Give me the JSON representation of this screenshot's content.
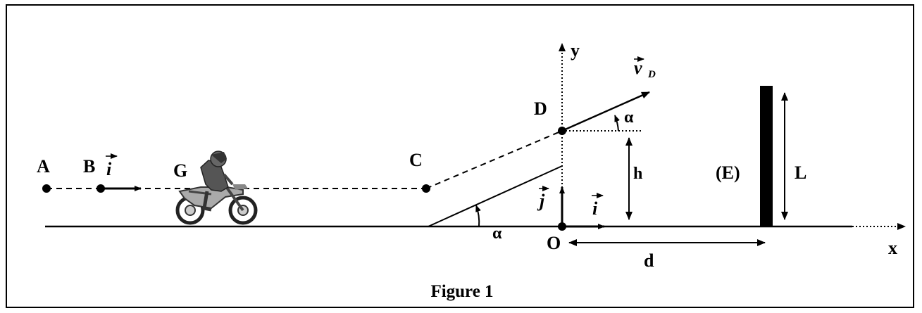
{
  "figure": {
    "caption": "Figure 1",
    "points": {
      "A": "A",
      "B": "B",
      "G": "G",
      "C": "C",
      "D": "D",
      "O": "O",
      "E": "(E)"
    },
    "axes": {
      "x": "x",
      "y": "y"
    },
    "vectors": {
      "i": "i",
      "j": "j",
      "v": "v",
      "v_sub": "D"
    },
    "quantities": {
      "alpha": "α",
      "h": "h",
      "d": "d",
      "L": "L"
    }
  }
}
